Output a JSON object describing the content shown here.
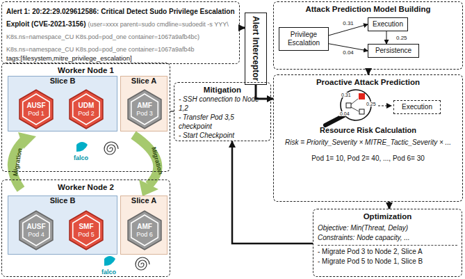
{
  "diagram": {
    "nodes": [
      {
        "text": [
          "Alert 1: 20:22:29.029612586:  Critical Detect Sudo Privilege Escalation Exploit (CVE-2021-3156)",
          "(user=xxxx parent=sudo cmdline=sudoedit -s YYY\\ K8s.ns=namespace_CU K8s.pod=pod_one container=1067a9afb4bc) K8s.ns=namespace_CU K8s.pod=pod_one container=1067a9afb4b",
          "tags:[filesystem,mitre_privilege_escalation]"
        ]
      },
      {
        "text": [
          "Alert Interceptor"
        ]
      },
      {
        "text": [
          "Attack Prediction Model Building"
        ]
      },
      {
        "text": [
          "Privilege Escalation"
        ],
        "in": 2
      },
      {
        "text": [
          "Execution"
        ],
        "in": 2
      },
      {
        "text": [
          "Persistence"
        ],
        "in": 2
      },
      {
        "text": [
          "Proactive Attack Prediction",
          "Resource Risk Calculation",
          "Risk = Priority_Severity × MITRE_Tactic_Severity × ...",
          "Pod 1= 10, Pod 2= 40, ..., Pod 6= 30"
        ]
      },
      {
        "text": [
          "Execution"
        ],
        "in": 6
      },
      {
        "text": [
          "Optimization",
          "Objective: Min(Threat, Delay)",
          "Constraints: Node capacity, ...",
          "- Migrate Pod 3 to Node 2, Slice A",
          "- Migrate Pod 5 to Node 1, Slice B"
        ]
      },
      {
        "text": [
          "Mitigation",
          "- SSH connection to Node 1,2",
          "- Transfer Pod 3,5 checkpoint",
          "- Start Checkpoint"
        ]
      },
      {
        "text": [
          "Worker Node 1"
        ]
      },
      {
        "text": [
          "Slice B"
        ],
        "in": 10
      },
      {
        "text": [
          "AUSF",
          "Pod 1"
        ],
        "in": 11
      },
      {
        "text": [
          "UDM",
          "Pod 2"
        ],
        "in": 11
      },
      {
        "text": [
          "Slice A"
        ],
        "in": 10
      },
      {
        "text": [
          "AMF",
          "Pod 3"
        ],
        "in": 14
      },
      {
        "text": [
          "Worker Node 2"
        ]
      },
      {
        "text": [
          "Slice B"
        ],
        "in": 16
      },
      {
        "text": [
          "AUSF",
          "Pod 4"
        ],
        "in": 17
      },
      {
        "text": [
          "SMF",
          "Pod 5"
        ],
        "in": 17
      },
      {
        "text": [
          "Slice A"
        ],
        "in": 16
      },
      {
        "text": [
          "AMF",
          "Pod 6"
        ],
        "in": 20
      }
    ],
    "edges": [
      {
        "from": 0,
        "to": 1,
        "arrow": "to"
      },
      {
        "from": 1,
        "to": 6,
        "arrow": "to"
      },
      {
        "from": 2,
        "to": 6,
        "arrow": "to"
      },
      {
        "from": 6,
        "to": 8,
        "arrow": "to"
      },
      {
        "from": 8,
        "to": 9,
        "arrow": "to"
      },
      {
        "from": 3,
        "to": 4,
        "label": "0.31",
        "arrow": "to"
      },
      {
        "from": 3,
        "to": 5,
        "label": "0.04",
        "arrow": "to"
      },
      {
        "from": 4,
        "to": 5,
        "label": "0.25",
        "arrow": "to"
      },
      {
        "from": 9,
        "to": 10,
        "arrow": "none"
      }
    ],
    "labels": [
      "Migration",
      "Migration",
      "falco",
      "falco",
      "0.31",
      "0.04",
      "0.25"
    ]
  }
}
